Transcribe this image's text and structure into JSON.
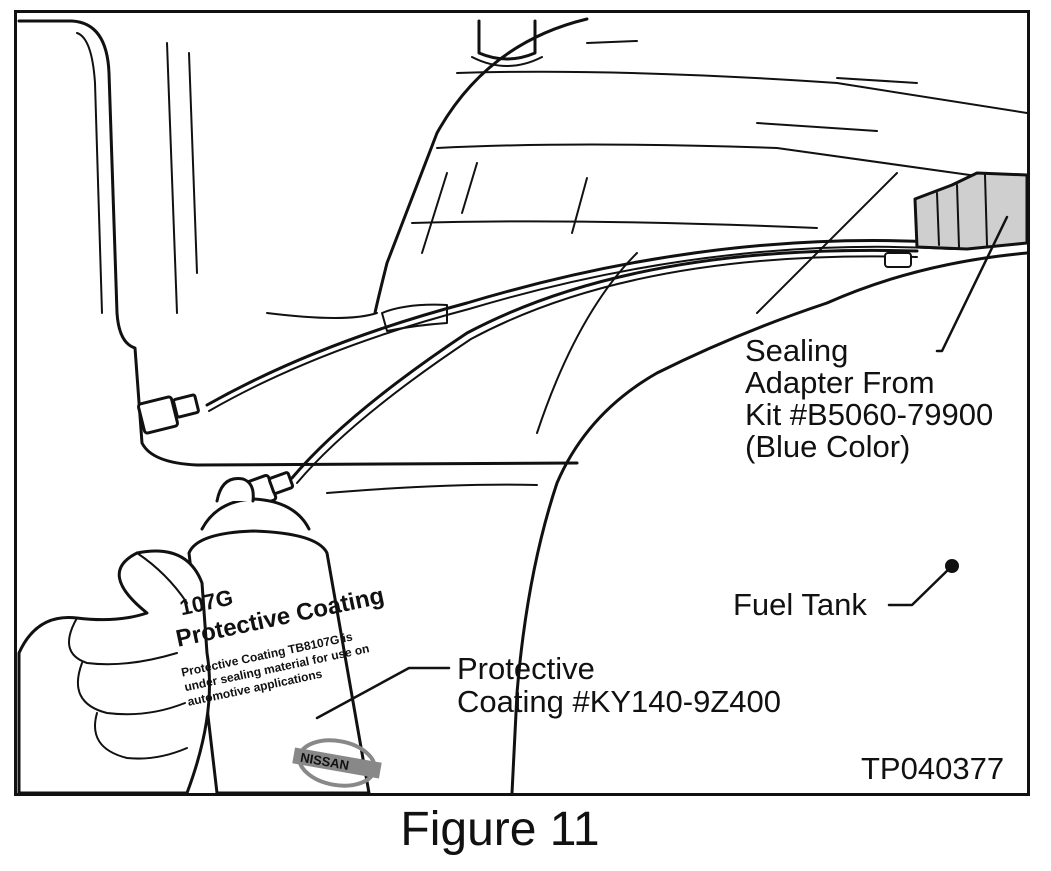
{
  "figure": {
    "caption": "Figure 11",
    "code": "TP040377"
  },
  "labels": {
    "sealing_adapter": [
      "Sealing",
      "Adapter From",
      "Kit #B5060-79900",
      "(Blue Color)"
    ],
    "fuel_tank": "Fuel Tank",
    "protective_coating": [
      "Protective",
      "Coating #KY140-9Z400"
    ]
  },
  "can": {
    "product_code": "107G",
    "product_name": "Protective Coating",
    "description": [
      "Protective Coating TB8107G is",
      "under sealing material for use on",
      "automotive applications"
    ],
    "brand": "NISSAN"
  },
  "colors": {
    "line": "#111111",
    "background": "#ffffff",
    "adapter_fill": "#cfcfcf"
  }
}
